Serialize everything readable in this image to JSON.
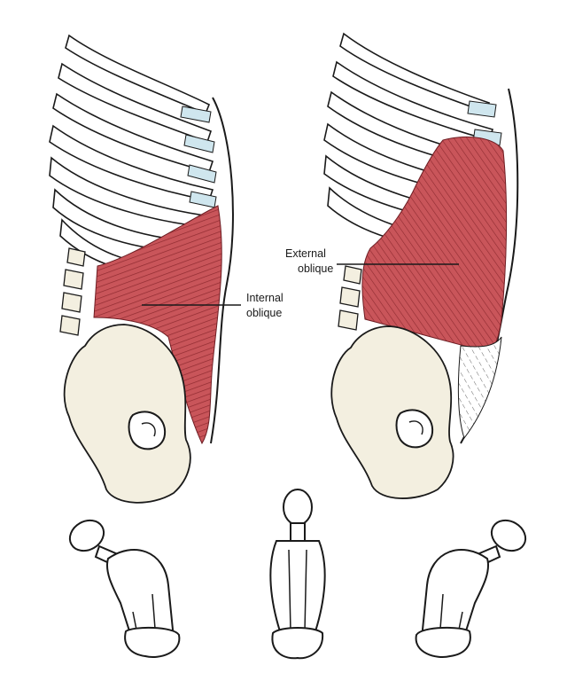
{
  "labels": {
    "internal_oblique": [
      "Internal",
      "oblique"
    ],
    "external_oblique": [
      "External",
      "oblique"
    ]
  },
  "colors": {
    "muscle": "#c9555a",
    "muscle_dark": "#8f2a30",
    "bone": "#f3efe0",
    "cartilage": "#cfe6ee",
    "line": "#1a1a1a",
    "background": "#ffffff"
  }
}
